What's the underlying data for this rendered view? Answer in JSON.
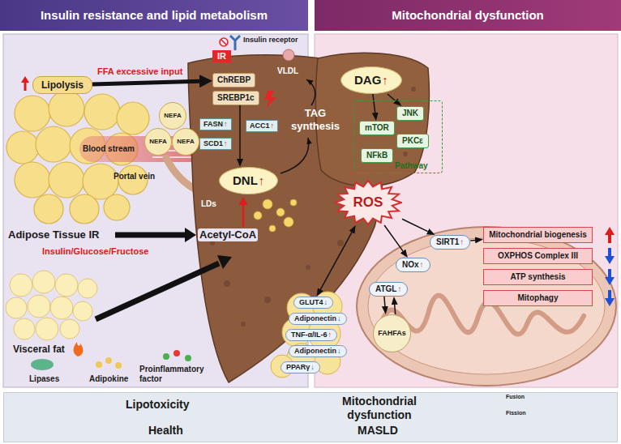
{
  "diagram": {
    "nodes": [
      {
        "text": [
          "Insulin resistance and lipid metabolism"
        ]
      },
      {
        "text": [
          "Mitochondrial dysfunction"
        ]
      },
      {
        "text": [
          "Lipolysis"
        ]
      },
      {
        "text": [
          "IR"
        ]
      },
      {
        "text": [
          "ChREBP"
        ]
      },
      {
        "text": [
          "SREBP1c"
        ]
      },
      {
        "text": [
          "NEFA"
        ]
      },
      {
        "text": [
          "NEFA"
        ]
      },
      {
        "text": [
          "NEFA"
        ]
      },
      {
        "text": [
          "FASN",
          "↑"
        ]
      },
      {
        "text": [
          "ACC1",
          "↑"
        ]
      },
      {
        "text": [
          "SCD1",
          "↑"
        ]
      },
      {
        "text": [
          "DNL",
          "↑"
        ]
      },
      {
        "text": [
          "DAG",
          "↑"
        ]
      },
      {
        "text": [
          "Pathway"
        ]
      },
      {
        "text": [
          "JNK"
        ],
        "in": 14
      },
      {
        "text": [
          "mTOR"
        ],
        "in": 14
      },
      {
        "text": [
          "PKCε"
        ],
        "in": 14
      },
      {
        "text": [
          "NFkB"
        ],
        "in": 14
      },
      {
        "text": [
          "ROS"
        ]
      },
      {
        "text": [
          "SIRT1",
          "↑"
        ]
      },
      {
        "text": [
          "NOx",
          "↑"
        ]
      },
      {
        "text": [
          "ATGL",
          "↑"
        ]
      },
      {
        "text": [
          "FAHFAs"
        ]
      },
      {
        "text": [
          "Mitochondrial biogenesis"
        ]
      },
      {
        "text": [
          "OXPHOS Complex III"
        ]
      },
      {
        "text": [
          "ATP synthesis"
        ]
      },
      {
        "text": [
          "Mitophagy"
        ]
      },
      {
        "text": [
          "GLUT4",
          "↓"
        ]
      },
      {
        "text": [
          "Adiponectin",
          "↓"
        ]
      },
      {
        "text": [
          "TNF-α/IL-6",
          "↑"
        ]
      },
      {
        "text": [
          "Adiponectin",
          "↓"
        ]
      },
      {
        "text": [
          "PPARγ",
          "↓"
        ]
      },
      {
        "text": [
          "Lipotoxicity",
          "Mitochondrial dysfunction",
          "Health",
          "MASLD"
        ]
      }
    ],
    "edges": [
      {
        "from": 2,
        "to": 4,
        "label": "FFA excessive input",
        "arrow": "to"
      },
      {
        "from": 5,
        "to": 12,
        "arrow": "to"
      },
      {
        "from": 13,
        "to": 16,
        "arrow": "to"
      },
      {
        "from": 13,
        "to": 15,
        "arrow": "to"
      },
      {
        "from": 19,
        "to": 20,
        "arrow": "to"
      },
      {
        "from": 20,
        "to": 24,
        "arrow": "to"
      },
      {
        "from": 19,
        "to": 21,
        "arrow": "to"
      },
      {
        "from": 22,
        "to": 23,
        "arrow": "to"
      },
      {
        "from": 23,
        "to": 22,
        "arrow": "to"
      },
      {
        "from": 28,
        "to": 19,
        "arrow": "both"
      }
    ],
    "labels": [
      "Insulin receptor",
      "Blood stream",
      "Portal vein",
      "TAG synthesis",
      "VLDL",
      "LDs",
      "Adipose Tissue IR",
      "Acetyl-CoA",
      "Insulin/Glucose/Fructose",
      "Visceral fat",
      "Lipases",
      "Adipokine",
      "Proinflammatory factor",
      "Fusion",
      "Fission"
    ]
  }
}
